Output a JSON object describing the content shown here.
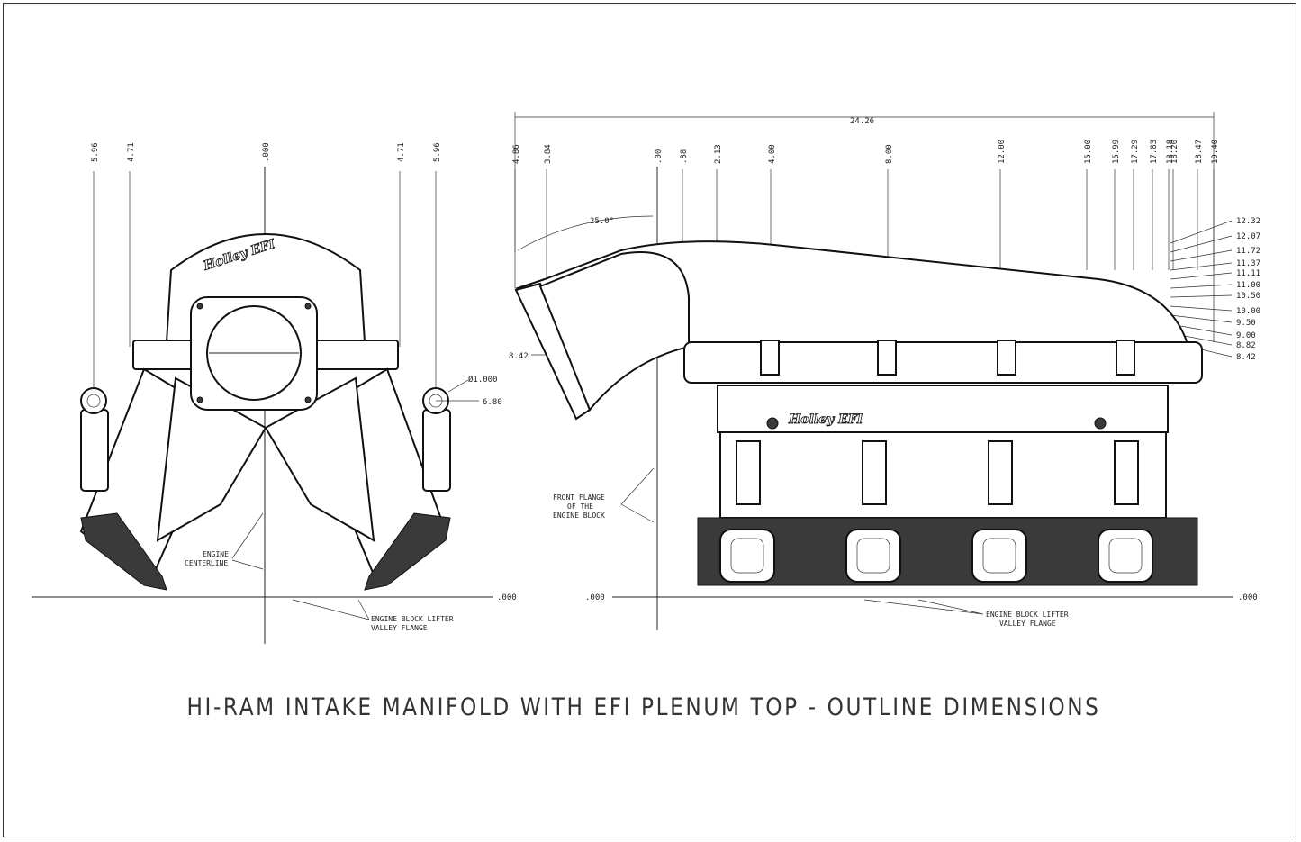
{
  "title": "HI-RAM INTAKE MANIFOLD WITH EFI PLENUM TOP - OUTLINE DIMENSIONS",
  "brand": "Holley EFI",
  "front_view": {
    "top_dims": [
      "5.96",
      "4.71",
      ".000",
      "4.71",
      "5.96"
    ],
    "dia_label": "Ø1.000",
    "height_label": "6.80",
    "baseline_label": ".000",
    "centerline_note": [
      "ENGINE",
      "CENTERLINE"
    ],
    "valley_note": [
      "ENGINE BLOCK LIFTER",
      "VALLEY FLANGE"
    ]
  },
  "side_view": {
    "overall_length": "24.26",
    "angle": "25.0°",
    "top_dims": [
      "4.86",
      "3.84",
      ".00",
      ".88",
      "2.13",
      "4.00",
      "8.00",
      "12.00",
      "15.00",
      "15.99",
      "17.29",
      "17.83",
      "18.18",
      "18.20",
      "18.47",
      "19.40"
    ],
    "right_heights": [
      "12.32",
      "12.07",
      "11.72",
      "11.37",
      "11.11",
      "11.00",
      "10.50",
      "10.00",
      "9.50",
      "9.00",
      "8.82",
      "8.42"
    ],
    "left_height": "8.42",
    "baseline_left": ".000",
    "baseline_right": ".000",
    "front_flange_note": [
      "FRONT FLANGE",
      "OF THE",
      "ENGINE BLOCK"
    ],
    "valley_note": [
      "ENGINE BLOCK LIFTER",
      "VALLEY FLANGE"
    ]
  }
}
